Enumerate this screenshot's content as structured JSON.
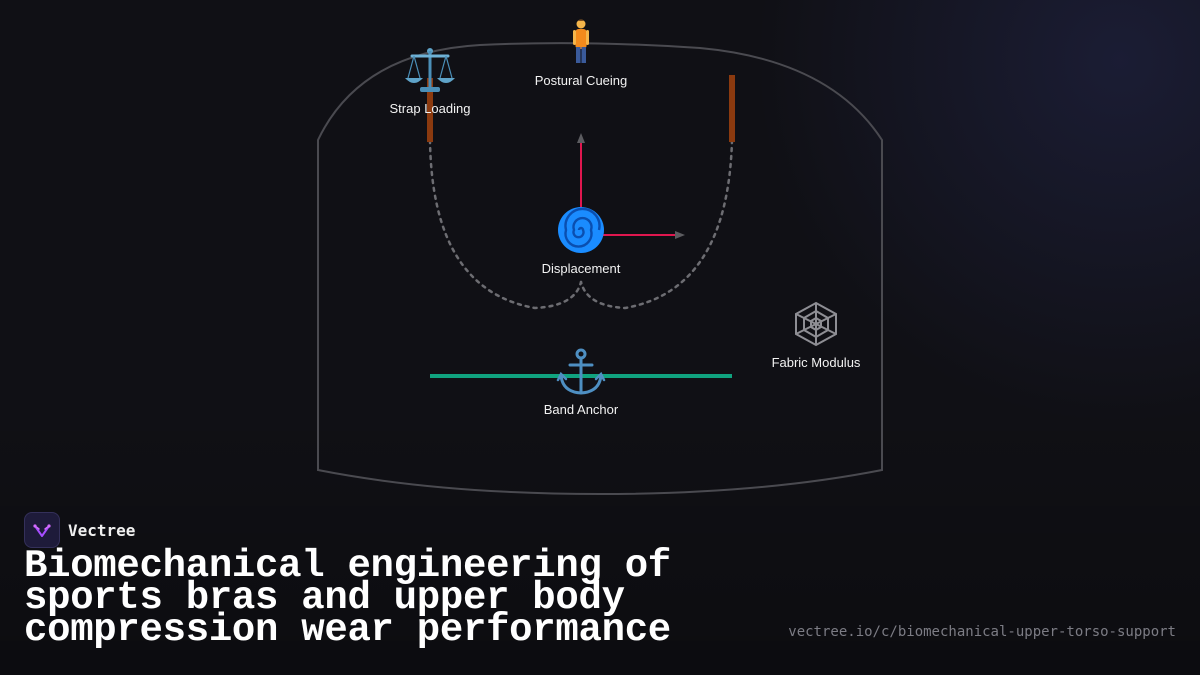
{
  "diagram": {
    "nodes": {
      "postural_cueing": {
        "label": "Postural Cueing",
        "icon": "person-standing-icon"
      },
      "strap_loading": {
        "label": "Strap Loading",
        "icon": "balance-scale-icon"
      },
      "displacement": {
        "label": "Displacement",
        "icon": "spiral-icon"
      },
      "fabric_modulus": {
        "label": "Fabric Modulus",
        "icon": "spider-web-icon"
      },
      "band_anchor": {
        "label": "Band Anchor",
        "icon": "anchor-icon"
      }
    },
    "colors": {
      "strap": "#8b3a0f",
      "axes": "#e0174f",
      "band": "#10a37f",
      "outline": "#5a5a60",
      "cup_outline": "#7a7a80"
    }
  },
  "footer": {
    "brand": "Vectree",
    "title": "Biomechanical engineering of sports bras and upper body compression wear performance",
    "url": "vectree.io/c/biomechanical-upper-torso-support"
  }
}
